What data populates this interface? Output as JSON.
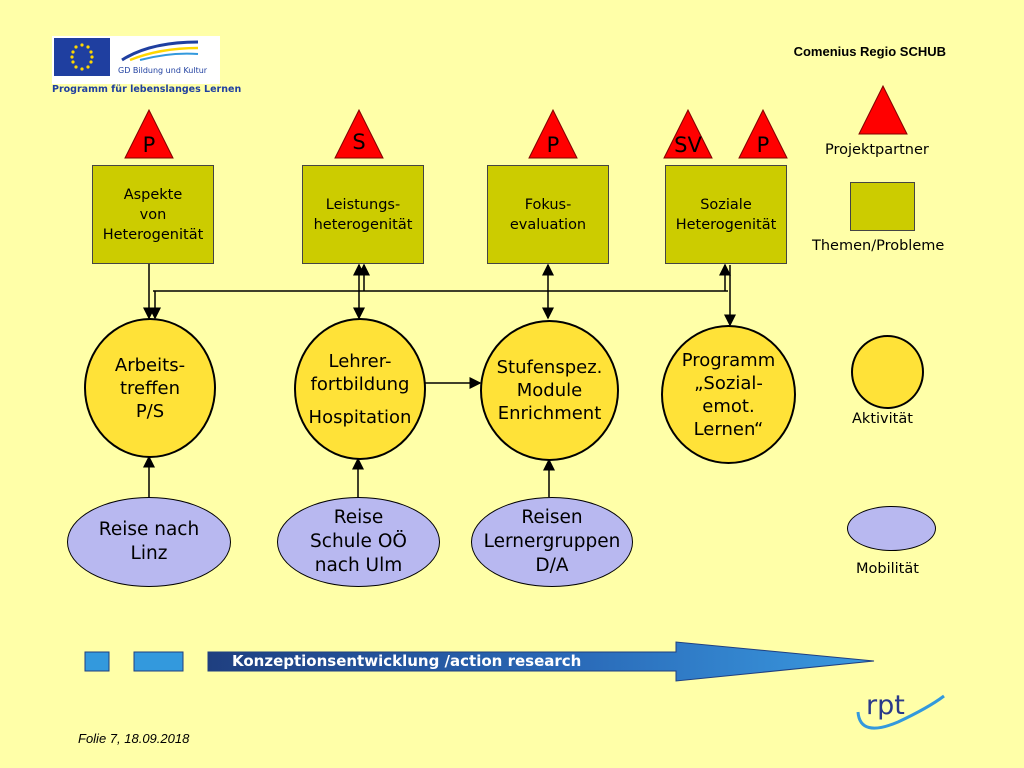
{
  "header": {
    "logo_gd": "GD Bildung und Kultur",
    "logo_programm": "Programm für lebenslanges Lernen",
    "project": "Comenius Regio SCHUB"
  },
  "triangles": [
    "P",
    "S",
    "P",
    "SV",
    "P"
  ],
  "themes": [
    "Aspekte\nvon\nHeterogenität",
    "Leistungs-\nheterogenität",
    "Fokus-\nevaluation",
    "Soziale\nHeterogenität"
  ],
  "activities": [
    "Arbeits-\ntreffen\nP/S",
    "Lehrer-\nfortbildung",
    "Hospitation",
    "Stufenspez.\nModule\nEnrichment",
    "Programm\n„Sozial-\nemot.\nLernen“"
  ],
  "mobilities": [
    "Reise nach\nLinz",
    "Reise\nSchule OÖ\nnach Ulm",
    "Reisen\nLernergruppen\nD/A"
  ],
  "legend": {
    "partner": "Projektpartner",
    "themes": "Themen/Probleme",
    "activity": "Aktivität",
    "mobility": "Mobilität"
  },
  "bottom_arrow": "Konzeptionsentwicklung /action research",
  "footer": {
    "slide": "Folie 7, 18.09.2018",
    "brand": "rpt"
  },
  "colors": {
    "background": "#FFFFA8",
    "triangle": "#FF0000",
    "theme_box": "#CCCC00",
    "activity": "#FFE238",
    "mobility": "#B8B8F0",
    "progress_blue": "#3399DD"
  }
}
